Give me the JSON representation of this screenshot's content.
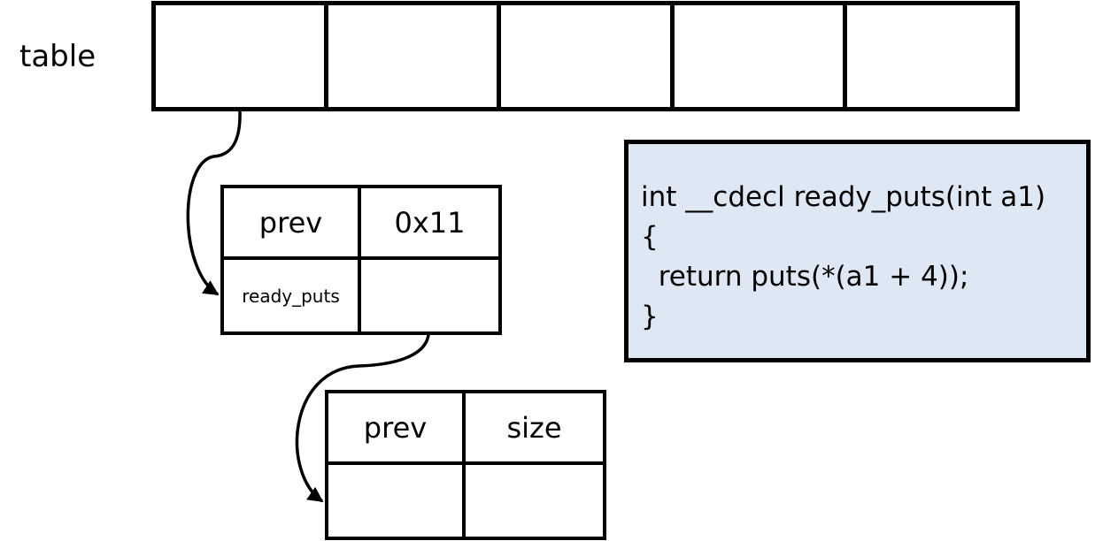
{
  "table": {
    "label": "table",
    "slots": [
      "",
      "",
      "",
      "",
      ""
    ]
  },
  "chunk_a": {
    "prev": "prev",
    "size": "0x11",
    "data_0": "ready_puts",
    "data_1": ""
  },
  "chunk_b": {
    "prev": "prev",
    "size": "size",
    "data_0": "",
    "data_1": ""
  },
  "code": {
    "lines": [
      "int __cdecl ready_puts(int a1)",
      "{",
      "  return puts(*(a1 + 4));",
      "}"
    ]
  },
  "colors": {
    "code_background": "#dee8f5",
    "line": "#000000"
  }
}
